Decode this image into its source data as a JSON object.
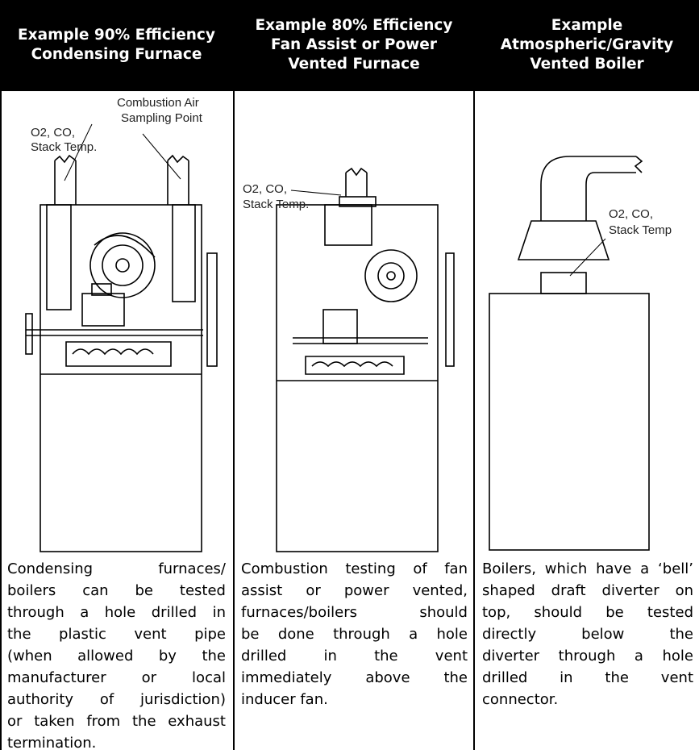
{
  "columns": [
    {
      "header": [
        "Example 90% Efficiency",
        "Condensing Furnace"
      ],
      "labels": {
        "sampling": [
          "Combustion Air",
          "Sampling Point"
        ],
        "stack": [
          "O2, CO,",
          "Stack Temp."
        ]
      },
      "caption_lines": [
        "Condensing furnaces/",
        "boilers can be tested",
        "through a hole drilled in",
        "the plastic vent pipe",
        "(when allowed by the",
        "manufacturer or local",
        "authority of jurisdiction)",
        "or taken from the exhaust",
        "termination."
      ]
    },
    {
      "header": [
        "Example 80% Efficiency",
        "Fan Assist or Power",
        "Vented Furnace"
      ],
      "labels": {
        "stack": [
          "O2, CO,",
          "Stack Temp."
        ]
      },
      "caption_lines": [
        "Combustion testing of fan",
        "assist or power vented,",
        "furnaces/boilers should",
        "be done through a hole",
        "drilled in the vent",
        "immediately above the",
        "inducer fan."
      ]
    },
    {
      "header": [
        "Example",
        "Atmospheric/Gravity",
        "Vented Boiler"
      ],
      "labels": {
        "stack": [
          "O2, CO,",
          "Stack Temp"
        ]
      },
      "caption_lines": [
        "Boilers, which have a ‘bell’",
        "shaped draft diverter on",
        "top, should be tested",
        "directly below the",
        "diverter through a hole",
        "drilled in the vent",
        "connector."
      ]
    }
  ]
}
